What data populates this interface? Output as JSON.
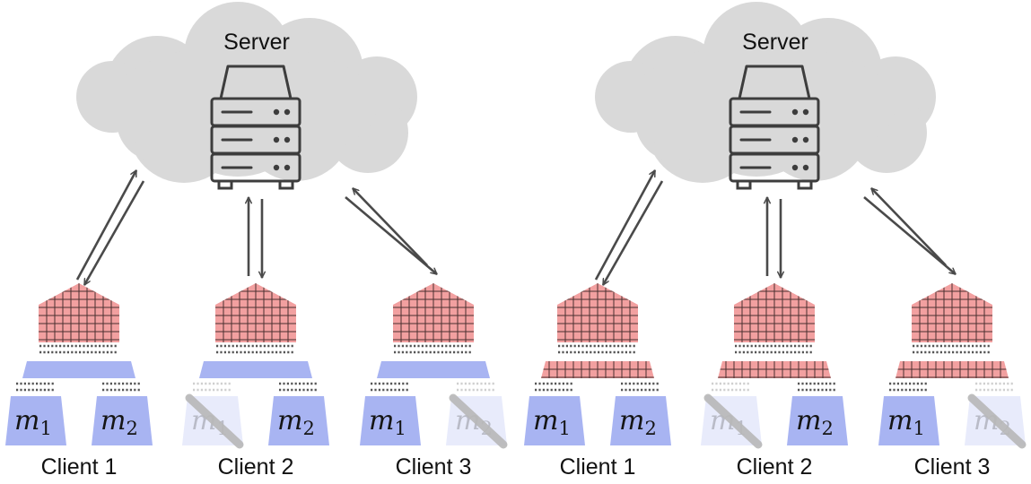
{
  "panels": [
    {
      "server_label": "Server",
      "head_colors": {
        "backbone": "#f2a0a0",
        "connector": "#a8b4f2"
      },
      "clients": [
        {
          "label": "Client 1",
          "modalities": [
            {
              "name": "m",
              "sub": "1",
              "present": true
            },
            {
              "name": "m",
              "sub": "2",
              "present": true
            }
          ]
        },
        {
          "label": "Client 2",
          "modalities": [
            {
              "name": "m",
              "sub": "1",
              "present": false
            },
            {
              "name": "m",
              "sub": "2",
              "present": true
            }
          ]
        },
        {
          "label": "Client 3",
          "modalities": [
            {
              "name": "m",
              "sub": "1",
              "present": true
            },
            {
              "name": "m",
              "sub": "2",
              "present": false
            }
          ]
        }
      ]
    },
    {
      "server_label": "Server",
      "head_colors": {
        "backbone": "#f2a0a0",
        "connector": "#f2a0a0"
      },
      "clients": [
        {
          "label": "Client 1",
          "modalities": [
            {
              "name": "m",
              "sub": "1",
              "present": true
            },
            {
              "name": "m",
              "sub": "2",
              "present": true
            }
          ]
        },
        {
          "label": "Client 2",
          "modalities": [
            {
              "name": "m",
              "sub": "1",
              "present": false
            },
            {
              "name": "m",
              "sub": "2",
              "present": true
            }
          ]
        },
        {
          "label": "Client 3",
          "modalities": [
            {
              "name": "m",
              "sub": "1",
              "present": true
            },
            {
              "name": "m",
              "sub": "2",
              "present": false
            }
          ]
        }
      ]
    }
  ],
  "colors": {
    "cloud": "#d9d9d9",
    "server_stroke": "#3d3d3d",
    "arrow": "#4a4a4a",
    "modality_present": "#a8b4f2",
    "modality_missing": "#e8ebfb",
    "strike": "#b8b8b8"
  }
}
